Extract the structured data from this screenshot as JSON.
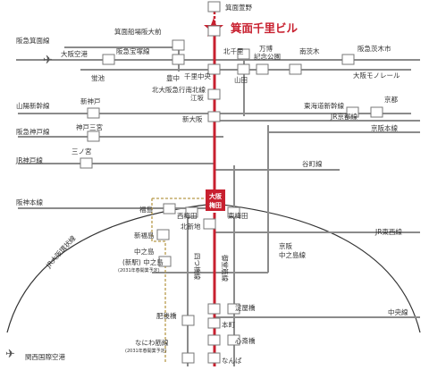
{
  "title": "箕面千里ビル",
  "colors": {
    "red": "#c8202f",
    "line": "#8b8b8b",
    "lineDark": "#666666",
    "station": "#ffffff",
    "stationBorder": "#777777",
    "arc": "#333333",
    "dashed": "#b89a4a"
  },
  "lines": {
    "hankyu_minoo": "阪急箕面線",
    "hankyu_takarazuka": "阪急宝塚線",
    "osaka_monorail": "大阪モノレール",
    "sanyo_shinkansen": "山陽新幹線",
    "tokaido_shinkansen": "東海道新幹線",
    "jr_kyoto": "JR京都線",
    "hankyu_kobe": "阪急神戸線",
    "keihan_main": "京阪本線",
    "jr_kobe": "JR神戸線",
    "tanimachi": "谷町線",
    "hanshin_main": "阪神本線",
    "jr_tozai": "JR東西線",
    "jr_osaka_loop": "JR大阪環状線",
    "yotsubashi": "四つ橋線",
    "midosuji": "御堂筋線",
    "keihan_nakanoshima": "京阪中之島線",
    "chuo": "中央線"
  },
  "stations": {
    "minoo_kayano": "箕面萱野",
    "minoo_funaba": "箕面船場阪大前",
    "osaka_airport": "大阪空港",
    "hotarugaike": "蛍池",
    "toyonaka": "豊中",
    "senri_chuo": "千里中央",
    "kita_senri": "北千里",
    "bampaku": "万博\n記念公園",
    "minami_ibaraki": "南茨木",
    "ibaraki": "阪急茨木市",
    "kita_osaka_kyuko": "北大阪急行南北線",
    "yamada": "山田",
    "esaka": "江坂",
    "shin_osaka": "新大阪",
    "kyoto": "京都",
    "shin_kobe": "新神戸",
    "kobe_sannomiya": "神戸三宮",
    "sannomiya": "三ノ宮",
    "osaka_umeda": "大阪\n梅田",
    "nishi_umeda": "西梅田",
    "higashi_umeda": "東梅田",
    "kita_shinchi": "北新地",
    "fukushima": "福島",
    "shin_fukushima": "新福島",
    "nakanoshima": "中之島",
    "nakanoshima_new": "(新駅) 中之島",
    "nakanoshima_note": "(2031年春開業予定)",
    "higobashi": "肥後橋",
    "yodoyabashi": "淀屋橋",
    "hommachi": "本町",
    "shinsaibashi": "心斎橋",
    "namba": "なんば",
    "naniwasuji": "なにわ筋線",
    "naniwasuji_note": "(2031年春開業予定)",
    "kansai_airport": "関西国際空港",
    "kyobashi_keihan": "京阪\n中之島線"
  }
}
